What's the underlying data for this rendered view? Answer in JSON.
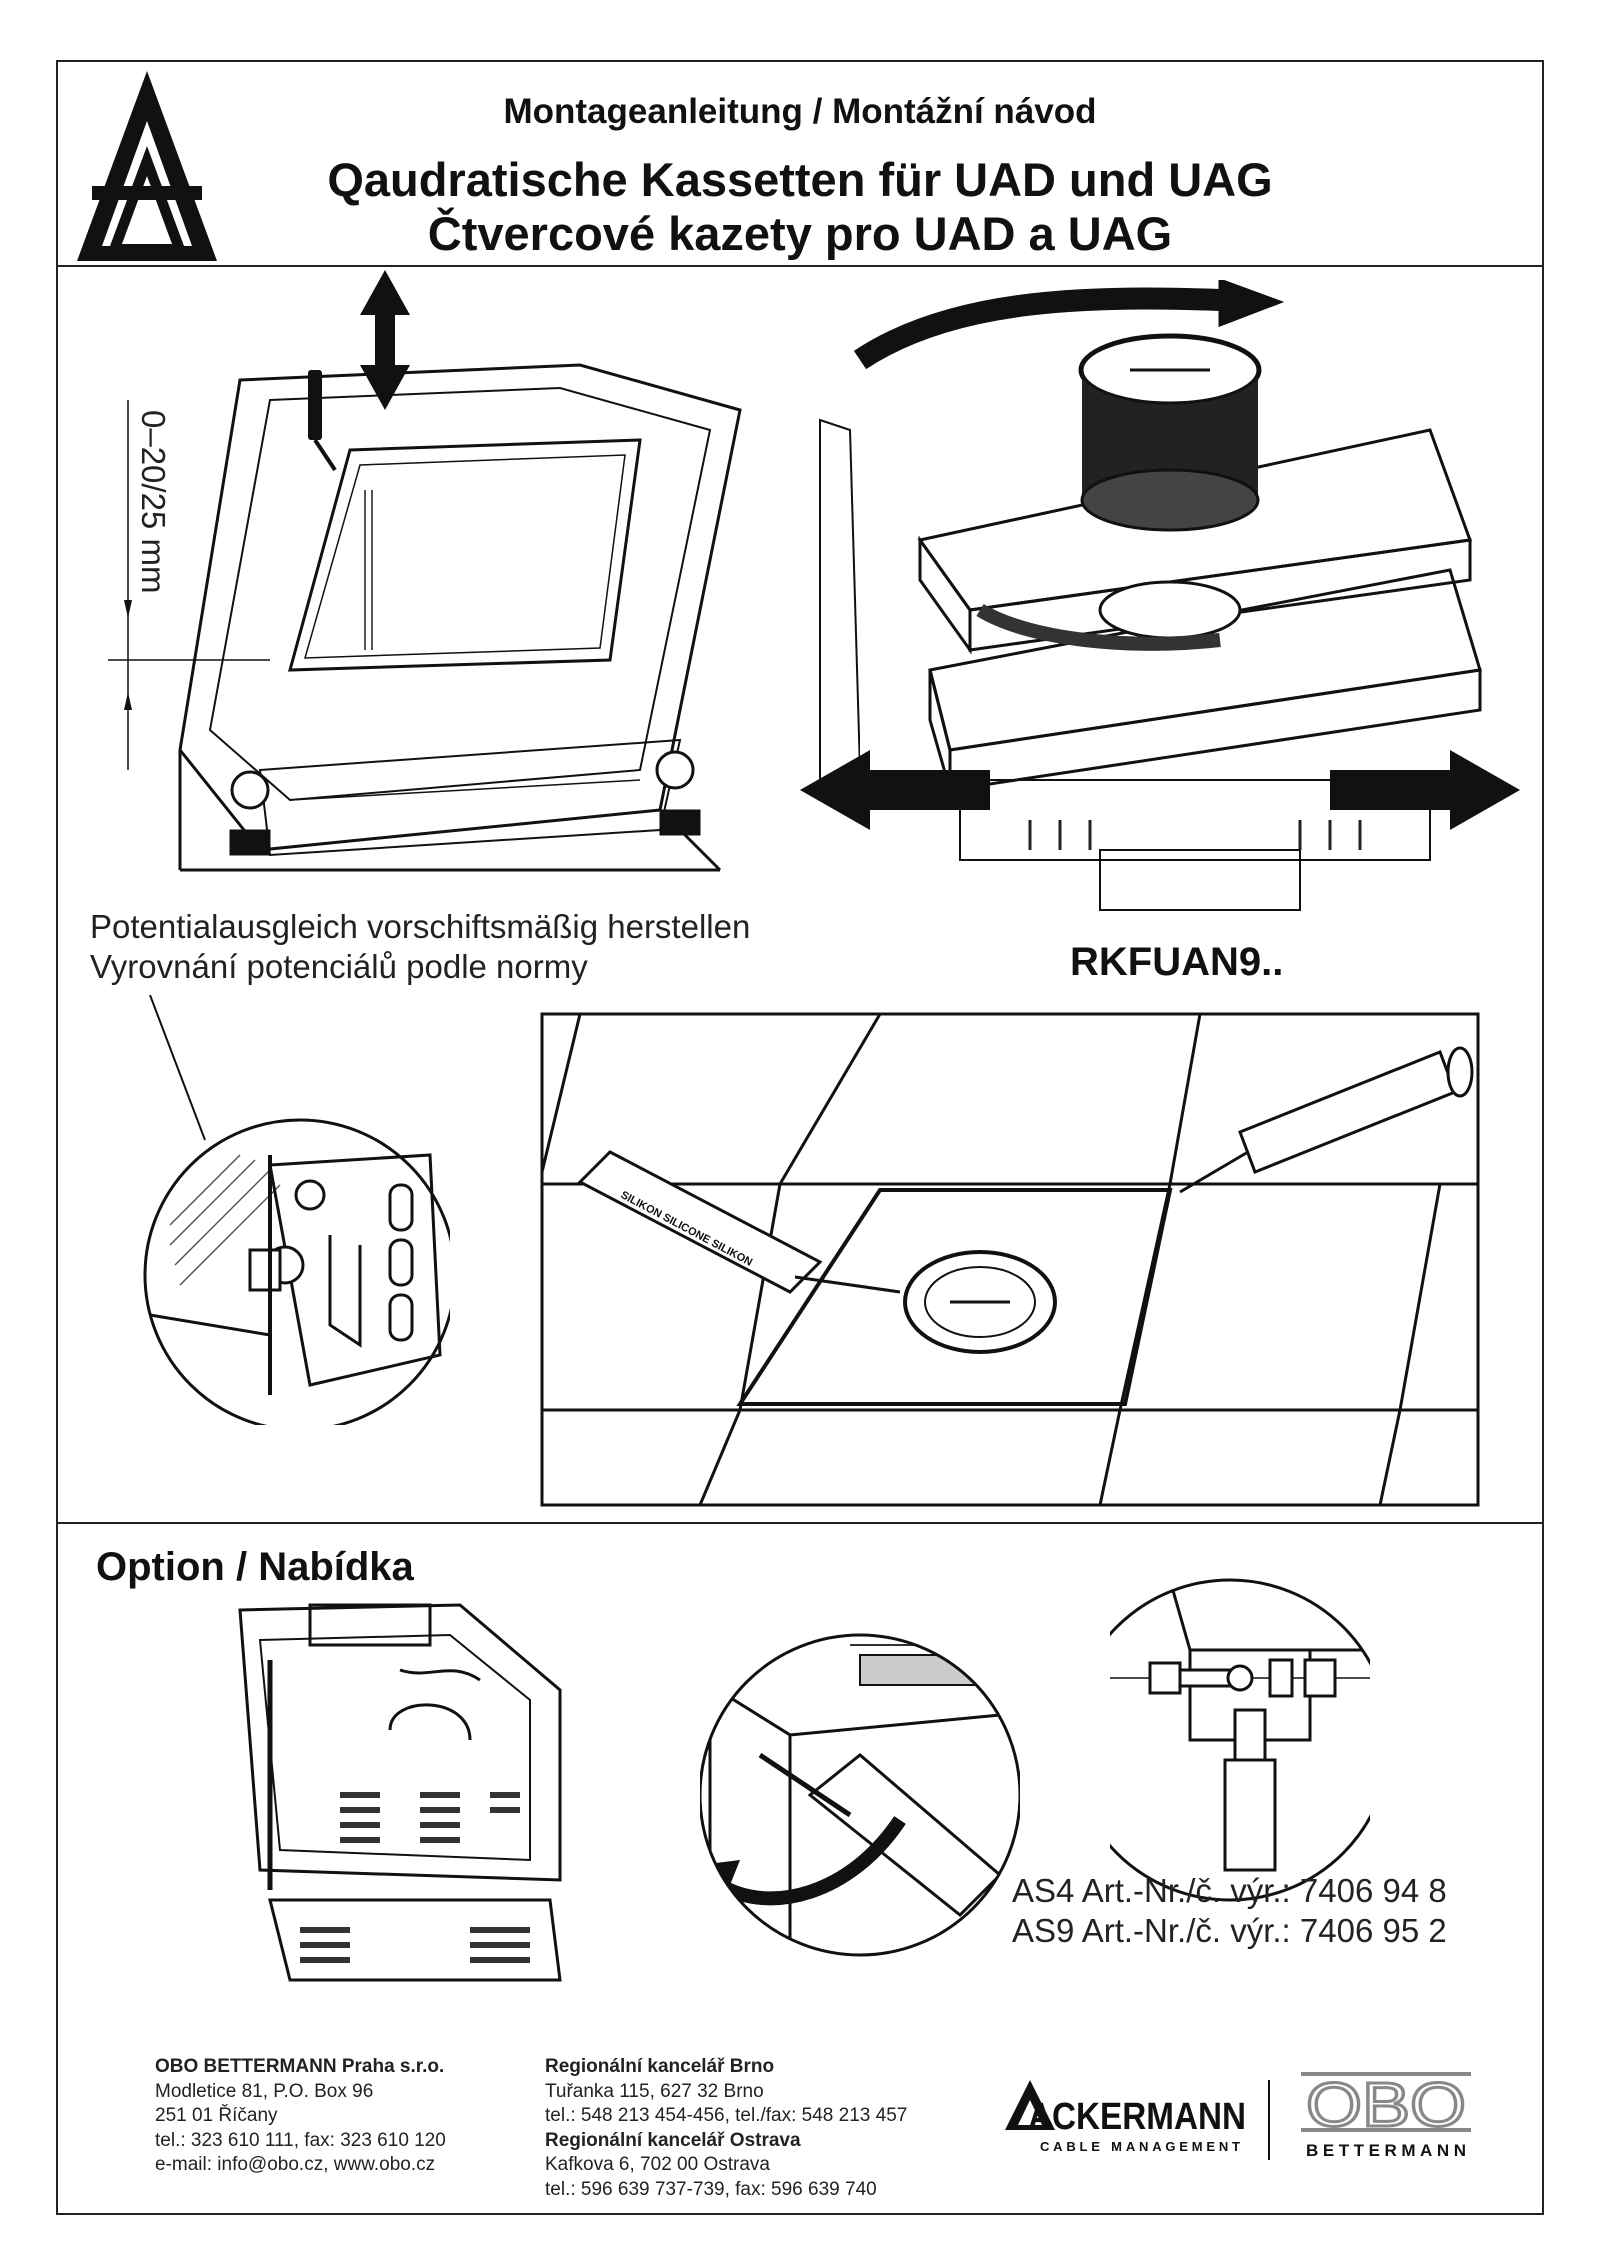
{
  "header": {
    "subtitle": "Montageanleitung / Montážní návod",
    "title_de": "Qaudratische Kassetten für UAD und UAG",
    "title_cz": "Čtvercové kazety pro UAD a UAG"
  },
  "figures": {
    "dimension_label": "0–20/25 mm",
    "potential_de": "Potentialausgleich vorschiftsmäßig herstellen",
    "potential_cz": "Vyrovnání potenciálů podle normy",
    "model": "RKFUAN9..",
    "silicone_label": "SILIKON SILICONE SILIKON"
  },
  "option": {
    "title": "Option / Nabídka",
    "as4": "AS4 Art.-Nr./č. výr.: 7406 94 8",
    "as9": "AS9 Art.-Nr./č. výr.: 7406 95 2"
  },
  "footer": {
    "company": {
      "name": "OBO BETTERMANN Praha s.r.o.",
      "lines": [
        "Modletice 81, P.O. Box 96",
        "251 01 Říčany",
        "tel.: 323 610 111, fax: 323 610 120",
        "e-mail: info@obo.cz, www.obo.cz"
      ]
    },
    "brno": {
      "name": "Regionální kancelář Brno",
      "lines": [
        "Tuřanka 115, 627 32 Brno",
        "tel.: 548 213 454-456, tel./fax: 548 213 457"
      ]
    },
    "ostrava": {
      "name": "Regionální kancelář Ostrava",
      "lines": [
        "Kafkova 6, 702 00 Ostrava",
        "tel.: 596 639 737-739, fax: 596 639 740"
      ]
    }
  },
  "logos": {
    "ackermann": "ACKERMANN",
    "ackermann_sub": "CABLE MANAGEMENT",
    "obo": "OBO",
    "obo_sub": "BETTERMANN"
  }
}
